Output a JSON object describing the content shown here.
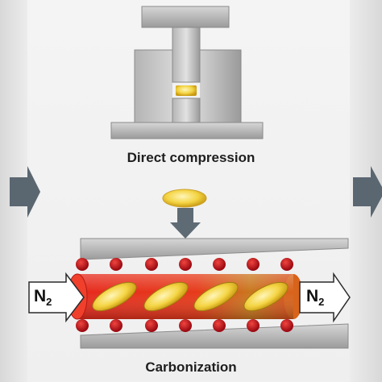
{
  "diagram": {
    "steps": {
      "compression_label": "Direct compression",
      "carbonization_label": "Carbonization"
    },
    "gas": {
      "inlet_symbol": "N",
      "inlet_subscript": "2",
      "outlet_symbol": "N",
      "outlet_subscript": "2"
    },
    "colors": {
      "metal_gray": "#9e9e9e",
      "pellet_yellow": "#f4d443",
      "furnace_red": "#e8261c",
      "heater_dot": "#c0101a",
      "arrow_gray": "#5f6b74"
    }
  }
}
